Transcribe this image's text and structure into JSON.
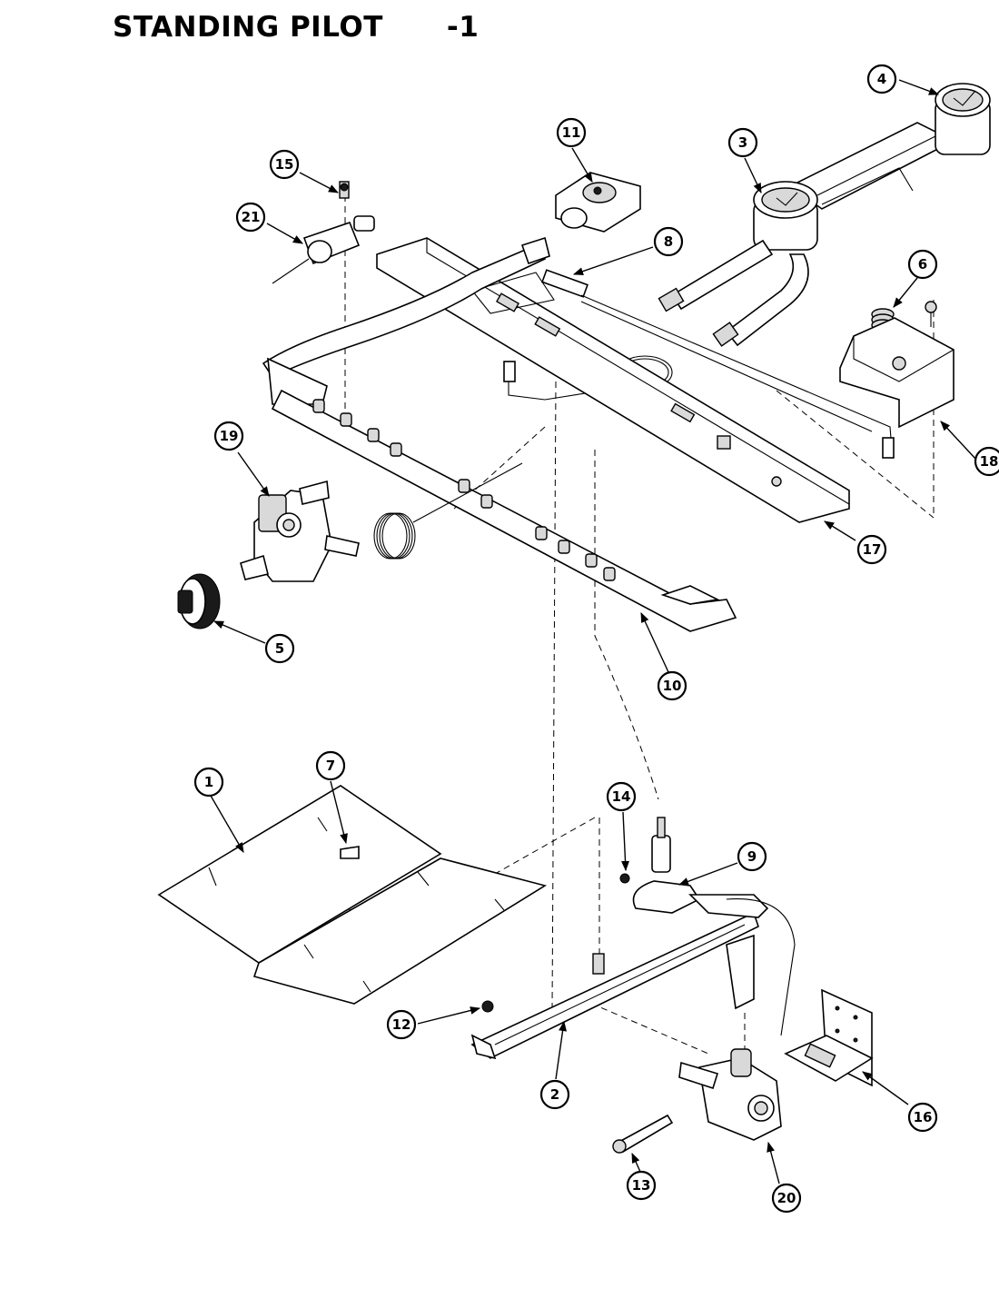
{
  "header": {
    "title": "STANDING PILOT",
    "code": "-1"
  },
  "callouts": [
    "1",
    "2",
    "3",
    "4",
    "5",
    "6",
    "7",
    "8",
    "9",
    "10",
    "11",
    "12",
    "13",
    "14",
    "15",
    "16",
    "17",
    "18",
    "19",
    "20",
    "21"
  ]
}
